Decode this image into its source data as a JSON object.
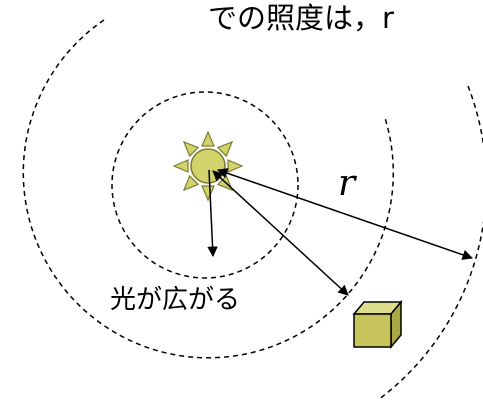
{
  "caption_fragment": "での照度は，r",
  "distance_label": "r",
  "spread_label": "光が広がる",
  "colors": {
    "sun_fill": "#d2d36a",
    "sun_stroke": "#7b7b32",
    "box_front": "#c6c45a",
    "box_top": "#dcdc8a",
    "box_side": "#a9a845",
    "line": "#000000"
  }
}
